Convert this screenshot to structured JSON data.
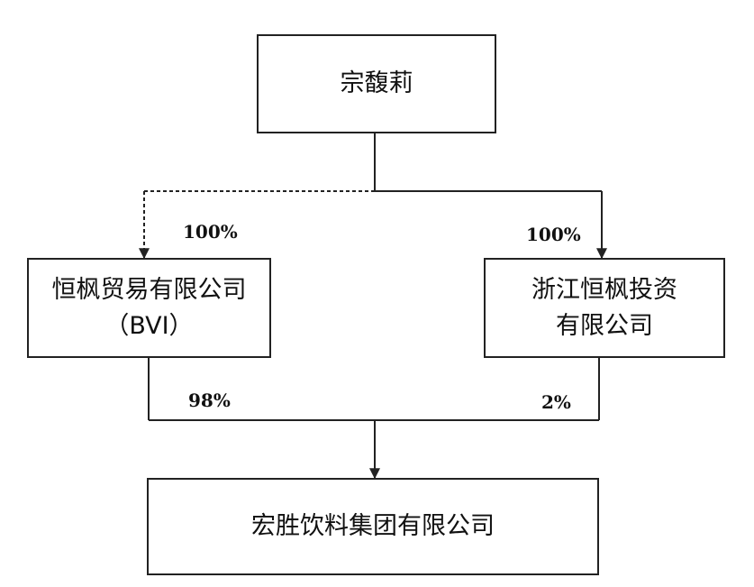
{
  "nodes": {
    "owner": {
      "label": "宗馥莉"
    },
    "bvi": {
      "line1": "恒枫贸易有限公司",
      "line2": "（BVI）"
    },
    "zhejiang": {
      "line1": "浙江恒枫投资",
      "line2": "有限公司"
    },
    "group": {
      "label": "宏胜饮料集团有限公司"
    }
  },
  "edges": {
    "owner_to_bvi": {
      "label": "100%",
      "style": "dashed"
    },
    "owner_to_zhejiang": {
      "label": "100%",
      "style": "solid"
    },
    "bvi_to_group": {
      "label": "98%"
    },
    "zhejiang_to_group": {
      "label": "2%"
    }
  }
}
